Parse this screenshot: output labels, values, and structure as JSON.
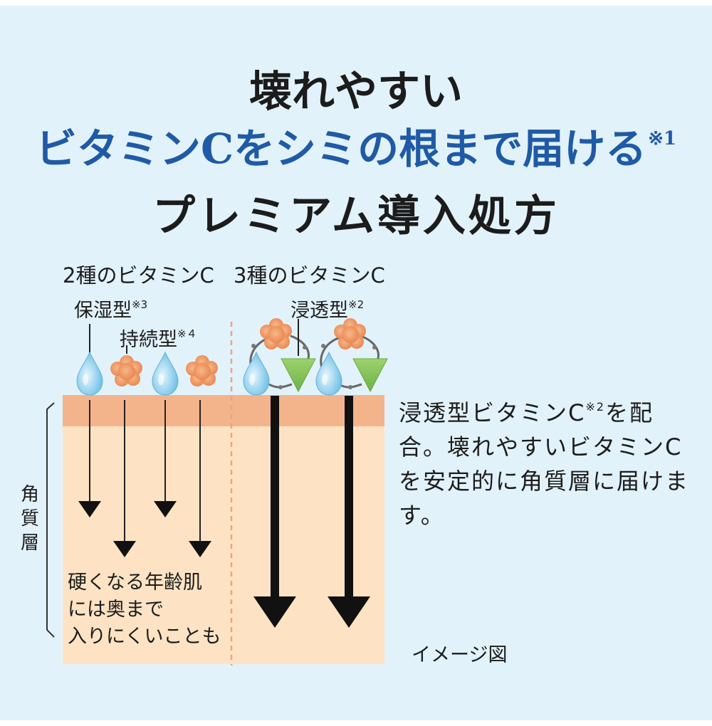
{
  "header": {
    "line1": "壊れやすい",
    "line2": "ビタミンCをシミの根まで届ける",
    "line2_note": "※1",
    "line3": "プレミアム導入処方"
  },
  "left": {
    "group_title": "2種のビタミンC",
    "type_a": "保湿型",
    "type_a_note": "※3",
    "type_b": "持続型",
    "type_b_note": "※４",
    "note_lines": [
      "硬くなる年齢肌",
      "には奥まで",
      "入りにくいことも"
    ]
  },
  "right": {
    "group_title": "3種のビタミンC",
    "type_c": "浸透型",
    "type_c_note": "※2"
  },
  "skin_label": [
    "角",
    "質",
    "層"
  ],
  "description": {
    "part1": "浸透型ビタミンC",
    "note": "※2",
    "part2": "を配合。壊れやすいビタミンCを安定的に角質層に届けます。"
  },
  "caption": "イメージ図",
  "colors": {
    "background": "#e2f2fa",
    "title_blue": "#1f5aa6",
    "skin_top": "#f3b48c",
    "skin_body": "#fde3c4",
    "drop_blue": "#8ccfeb",
    "flower_orange": "#f0935f",
    "triangle_green": "#8cc65c"
  },
  "icons": [
    "water-drop-icon",
    "flower-particle-icon",
    "triangle-particle-icon",
    "down-arrow-icon"
  ]
}
